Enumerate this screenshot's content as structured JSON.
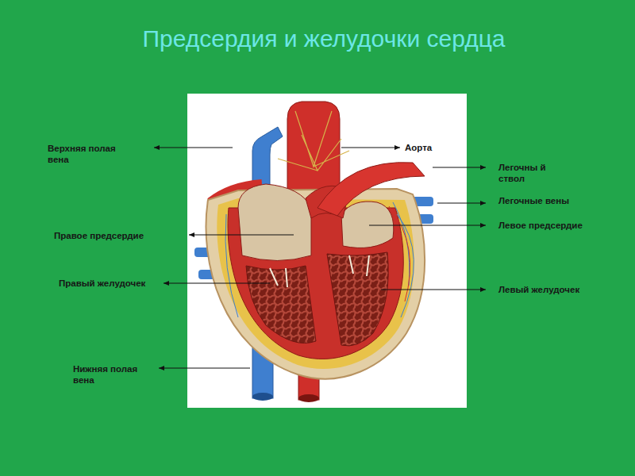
{
  "diagram": {
    "title": "Предсердия и желудочки сердца",
    "labels": [
      "Верхняя полая вена",
      "Аорта",
      "Легочны й ствол",
      "Легочные вены",
      "Левое предсердие",
      "Правое предсердие",
      "Правый желудочек",
      "Левый желудочек",
      "Нижняя полая вена"
    ]
  }
}
